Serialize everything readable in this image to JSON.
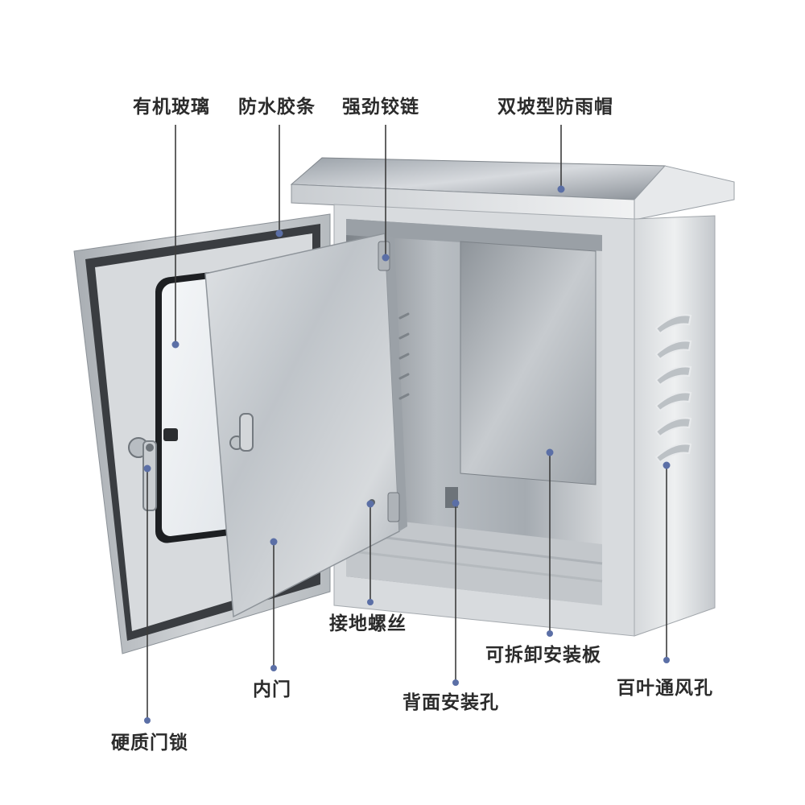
{
  "callouts": {
    "acrylic_glass": "有机玻璃",
    "waterproof_strip": "防水胶条",
    "strong_hinge": "强劲铰链",
    "rain_hood": "双坡型防雨帽",
    "ground_screw": "接地螺丝",
    "mounting_plate": "可拆卸安装板",
    "inner_door": "内门",
    "back_mount_hole": "背面安装孔",
    "louver_vents": "百叶通风孔",
    "door_lock": "硬质门锁"
  },
  "colors": {
    "leader_line": "#3c3c3c",
    "leader_dot": "#5b6fa6",
    "label_text": "#2b2b2b"
  },
  "icons": [
    "lock-handle-icon",
    "latch-icon"
  ]
}
